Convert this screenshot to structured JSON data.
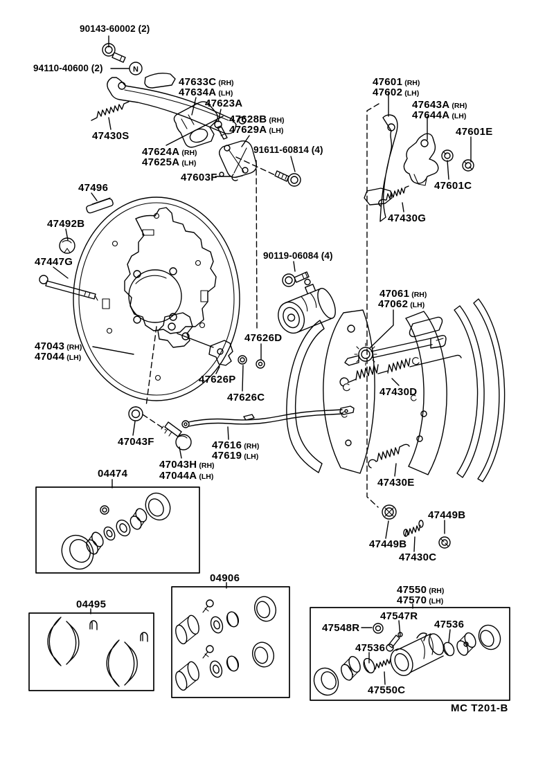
{
  "colors": {
    "ink": "#000000",
    "paper": "#ffffff"
  },
  "labels": {
    "p90143": {
      "text": "90143-60002 (2)"
    },
    "p94110": {
      "text": "94110-40600 (2)"
    },
    "p47633c": {
      "text": "47633C",
      "side": "(RH)"
    },
    "p47634a": {
      "text": "47634A",
      "side": "(LH)"
    },
    "p47623a": {
      "text": "47623A"
    },
    "p47628b": {
      "text": "47628B",
      "side": "(RH)"
    },
    "p47629a": {
      "text": "47629A",
      "side": "(LH)"
    },
    "p47430s": {
      "text": "47430S"
    },
    "p47624a": {
      "text": "47624A",
      "side": "(RH)"
    },
    "p47625a": {
      "text": "47625A",
      "side": "(LH)"
    },
    "p91611": {
      "text": "91611-60814 (4)"
    },
    "p47603f": {
      "text": "47603F"
    },
    "p47601": {
      "text": "47601",
      "side": "(RH)"
    },
    "p47602": {
      "text": "47602",
      "side": "(LH)"
    },
    "p47643a": {
      "text": "47643A",
      "side": "(RH)"
    },
    "p47644a": {
      "text": "47644A",
      "side": "(LH)"
    },
    "p47601e": {
      "text": "47601E"
    },
    "p47601c": {
      "text": "47601C"
    },
    "p47430g": {
      "text": "47430G"
    },
    "p47496": {
      "text": "47496"
    },
    "p47492b": {
      "text": "47492B"
    },
    "p47447g": {
      "text": "47447G"
    },
    "p90119": {
      "text": "90119-06084 (4)"
    },
    "p47061": {
      "text": "47061",
      "side": "(RH)"
    },
    "p47062": {
      "text": "47062",
      "side": "(LH)"
    },
    "p47043": {
      "text": "47043",
      "side": "(RH)"
    },
    "p47044": {
      "text": "47044",
      "side": "(LH)"
    },
    "p47626d": {
      "text": "47626D"
    },
    "p47626p": {
      "text": "47626P"
    },
    "p47626c": {
      "text": "47626C"
    },
    "p47430d": {
      "text": "47430D"
    },
    "p47043f": {
      "text": "47043F"
    },
    "p47616": {
      "text": "47616",
      "side": "(RH)"
    },
    "p47619": {
      "text": "47619",
      "side": "(LH)"
    },
    "p47043h": {
      "text": "47043H",
      "side": "(RH)"
    },
    "p47044a": {
      "text": "47044A",
      "side": "(LH)"
    },
    "p04474": {
      "text": "04474"
    },
    "p47430e": {
      "text": "47430E"
    },
    "p47449b_r": {
      "text": "47449B"
    },
    "p47449b_l": {
      "text": "47449B"
    },
    "p47430c": {
      "text": "47430C"
    },
    "p04906": {
      "text": "04906"
    },
    "p04495": {
      "text": "04495"
    },
    "p47550": {
      "text": "47550",
      "side": "(RH)"
    },
    "p47570": {
      "text": "47570",
      "side": "(LH)"
    },
    "p47547r": {
      "text": "47547R"
    },
    "p47548r": {
      "text": "47548R"
    },
    "p47536_r": {
      "text": "47536"
    },
    "p47536_l": {
      "text": "47536"
    },
    "p47550c": {
      "text": "47550C"
    },
    "n_marker": {
      "text": "N"
    },
    "footer": {
      "text": "MC  T201-B"
    }
  }
}
